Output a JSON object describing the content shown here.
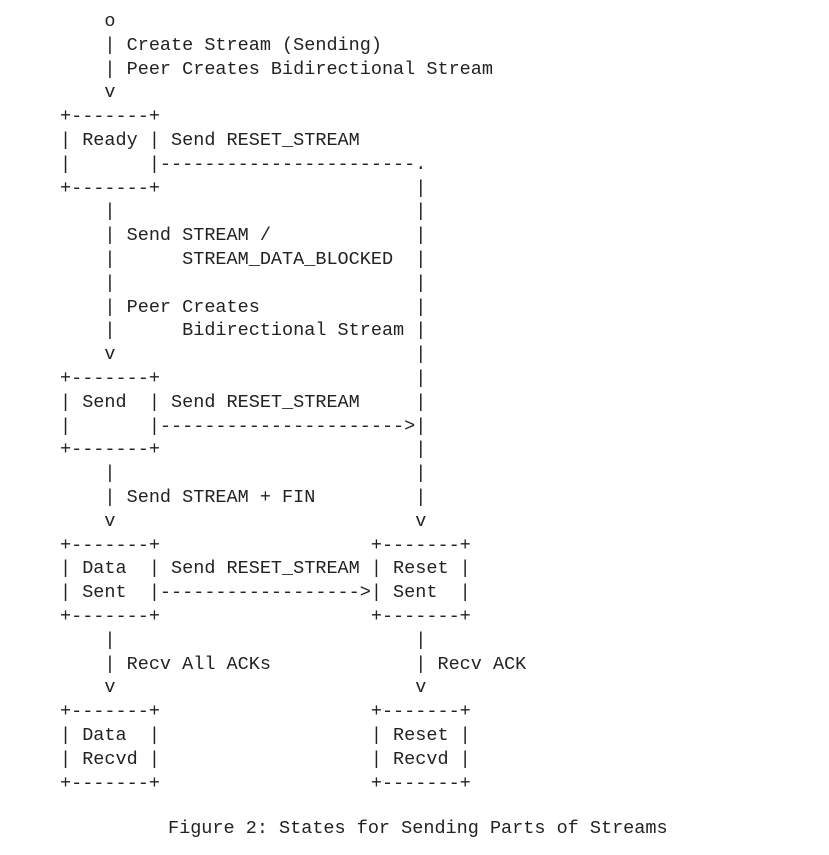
{
  "diagram": {
    "lines": [
      "       o",
      "       | Create Stream (Sending)",
      "       | Peer Creates Bidirectional Stream",
      "       v",
      "   +-------+",
      "   | Ready | Send RESET_STREAM",
      "   |       |-----------------------.",
      "   +-------+                       |",
      "       |                           |",
      "       | Send STREAM /             |",
      "       |      STREAM_DATA_BLOCKED  |",
      "       |                           |",
      "       | Peer Creates              |",
      "       |      Bidirectional Stream |",
      "       v                           |",
      "   +-------+                       |",
      "   | Send  | Send RESET_STREAM     |",
      "   |       |---------------------->|",
      "   +-------+                       |",
      "       |                           |",
      "       | Send STREAM + FIN         |",
      "       v                           v",
      "   +-------+                   +-------+",
      "   | Data  | Send RESET_STREAM | Reset |",
      "   | Sent  |------------------>| Sent  |",
      "   +-------+                   +-------+",
      "       |                           |",
      "       | Recv All ACKs             | Recv ACK",
      "       v                           v",
      "   +-------+                   +-------+",
      "   | Data  |                   | Reset |",
      "   | Recvd |                   | Recvd |",
      "   +-------+                   +-------+"
    ]
  },
  "caption": "Figure 2: States for Sending Parts of Streams"
}
